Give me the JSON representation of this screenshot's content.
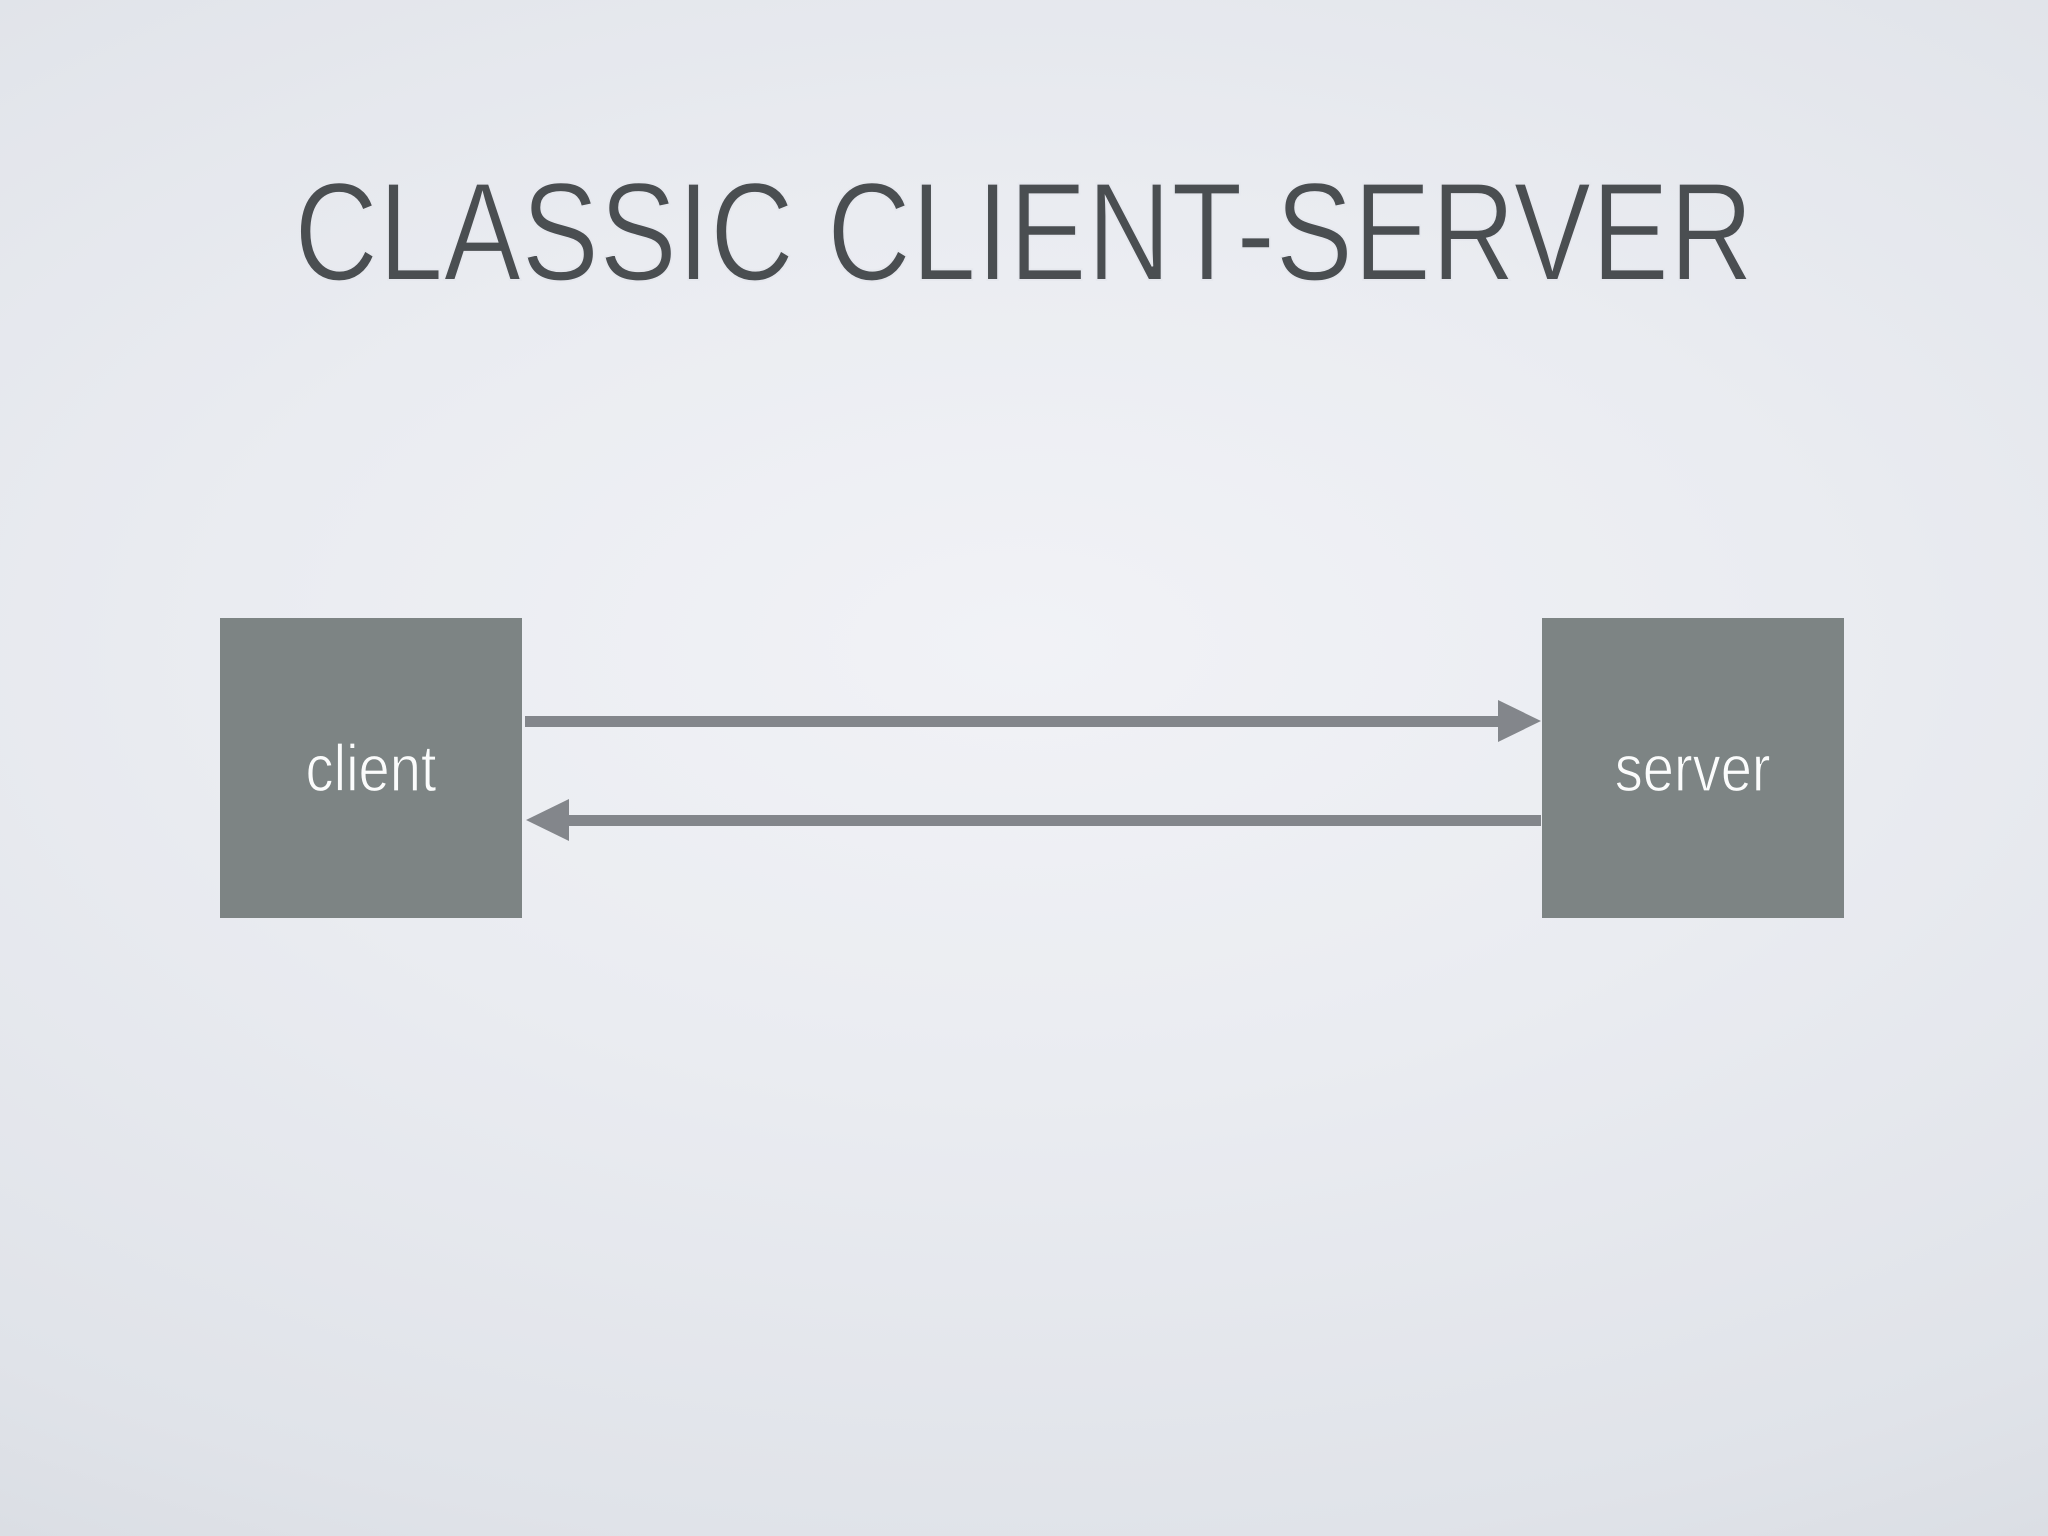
{
  "slide": {
    "title": "CLASSIC CLIENT-SERVER",
    "nodes": [
      {
        "id": "client",
        "label": "client"
      },
      {
        "id": "server",
        "label": "server"
      }
    ],
    "arrows": [
      {
        "from": "client",
        "to": "server",
        "direction": "right"
      },
      {
        "from": "server",
        "to": "client",
        "direction": "left"
      }
    ],
    "colors": {
      "background_center": "#f1f2f6",
      "background_corner": "#ccd1d7",
      "title_text": "#4a4e51",
      "node_fill": "#7d8484",
      "node_text": "#fbfcfc",
      "arrow": "#83868b"
    }
  }
}
